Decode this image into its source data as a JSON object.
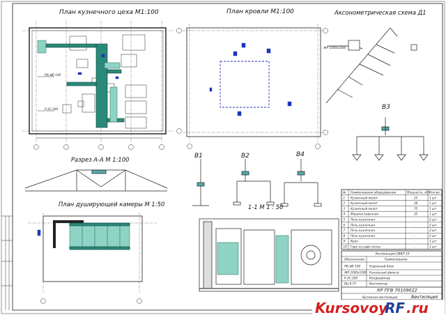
{
  "drawing": {
    "titles": {
      "forge_plan": "План кузнечного цеха М1:100",
      "roof_plan": "План кровли М1:100",
      "axon": "Аксонометрическая схема Д1",
      "section_aa": "Разрез А-А М 1:100",
      "shower_plan": "План душирующей камеры М 1:50",
      "section_11": "1-1  М 1 : 50"
    },
    "system_labels": [
      "В1",
      "В2",
      "В4",
      "В3"
    ],
    "equipment_refs": [
      "ПК-ЫЕ-100",
      "Р-3С-200",
      "ЖР 1000х1000"
    ],
    "table_header": {
      "num": "№",
      "name": "Наименование оборудования",
      "power": "Мощность, кВт",
      "qty": "Кол-во"
    },
    "table_rows": [
      {
        "num": "1",
        "name": "Кузнечный молот",
        "power": "25",
        "qty": "1 шт"
      },
      {
        "num": "2",
        "name": "Кузнечный молот",
        "power": "28",
        "qty": "1 шт"
      },
      {
        "num": "3",
        "name": "Кузнечный молот",
        "power": "75",
        "qty": "1 шт"
      },
      {
        "num": "4",
        "name": "Машина ковочная",
        "power": "35",
        "qty": "1 шт"
      },
      {
        "num": "5",
        "name": "Печь кузнечная",
        "power": "-",
        "qty": "2 шт"
      },
      {
        "num": "6",
        "name": "Печь кузнечная",
        "power": "-",
        "qty": "2 шт"
      },
      {
        "num": "7",
        "name": "Печь кузнечная",
        "power": "-",
        "qty": "2 шт"
      },
      {
        "num": "8",
        "name": "Печь кузнечная",
        "power": "-",
        "qty": "2 шт"
      },
      {
        "num": "9",
        "name": "Кран",
        "power": "-",
        "qty": "1 шт"
      },
      {
        "num": "10",
        "name": "Горн на один огонь",
        "power": "-",
        "qty": "1 шт"
      }
    ],
    "explication": {
      "title": "Экспликация ОВКП 10",
      "head_left": "Обозначение",
      "head_right": "Наименование",
      "rows": [
        {
          "code": "ПК-ЫЕ-100",
          "name": "Наружный блок"
        },
        {
          "code": "ЖР 1000х1000",
          "name": "Канальный фильтр"
        },
        {
          "code": "Р-3С-200",
          "name": "Кондиционер"
        },
        {
          "code": "ВЦ 4-75",
          "name": "Вентилятор"
        }
      ]
    },
    "stamp": {
      "code": "КР ПГВ 70109022",
      "sheet_title": "Вентиляция",
      "subtitle": "Вытяжная вентиляция"
    },
    "watermark": {
      "text1": "Kursovoy",
      "text2": "RF",
      "text3": ".ru"
    },
    "colors": {
      "duct": "#2a8a7a",
      "duct_light": "#8fd3c4",
      "diffuser": "#1f36c8",
      "zone": "#1f2fbf",
      "watermark_red": "#d42020",
      "watermark_blue": "#1e3f9c"
    }
  }
}
